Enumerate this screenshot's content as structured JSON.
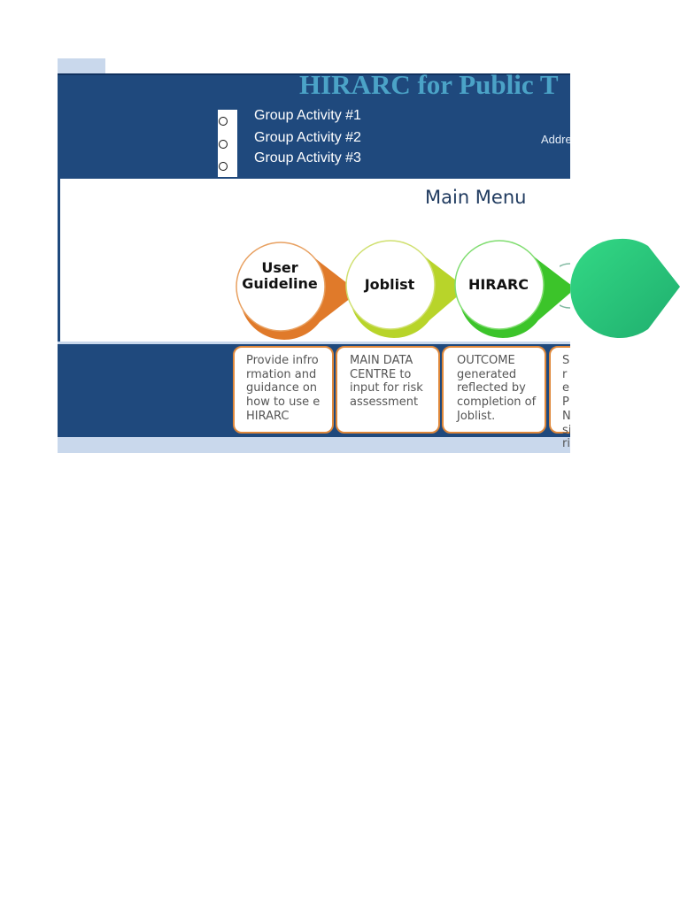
{
  "header": {
    "title": "HIRARC for Public T",
    "address_partial": "Addre",
    "group_activities": [
      "Group Activity #1",
      "Group Activity #2",
      "Group Activity #3"
    ]
  },
  "main": {
    "heading": "Main Menu",
    "steps": [
      {
        "label": "User Guideline",
        "color": "#e07a2a",
        "description": "Provide infrormation and guidance on how to use eHIRARC"
      },
      {
        "label": "Joblist",
        "color": "#b8d42a",
        "description": "MAIN DATA CENTRE to input for risk assessment"
      },
      {
        "label": "HIRARC",
        "color": "#3cc42a",
        "description": "OUTCOME generated reflected by completion of Joblist."
      },
      {
        "label": "",
        "color": "#2ecf85",
        "description": "S re P N si ri"
      }
    ]
  }
}
